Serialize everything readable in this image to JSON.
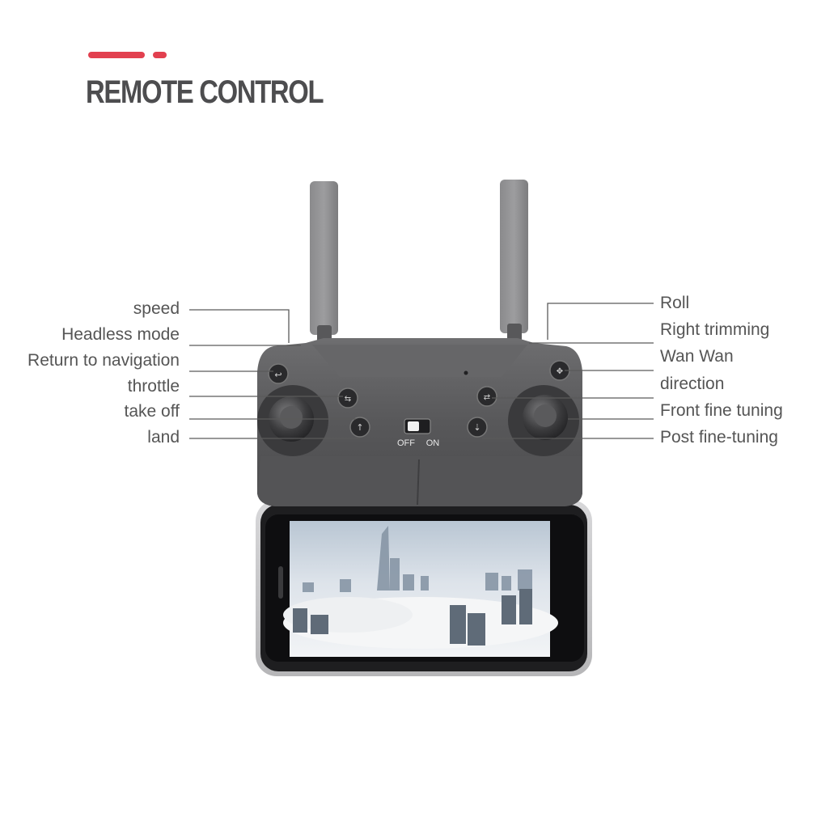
{
  "title": "REMOTE CONTROL",
  "colors": {
    "accent": "#e2404f",
    "title": "#4d4d4f",
    "label": "#555555",
    "line": "#5a5a5a"
  },
  "left_labels": [
    {
      "id": "speed",
      "text": "speed"
    },
    {
      "id": "headless-mode",
      "text": "Headless mode"
    },
    {
      "id": "return-to-navigation",
      "text": "Return to navigation"
    },
    {
      "id": "throttle",
      "text": "throttle"
    },
    {
      "id": "take-off",
      "text": "take off"
    },
    {
      "id": "land",
      "text": "land"
    }
  ],
  "right_labels": [
    {
      "id": "roll",
      "text": "Roll"
    },
    {
      "id": "right-trimming",
      "text": "Right trimming"
    },
    {
      "id": "wan-wan",
      "text": "Wan Wan"
    },
    {
      "id": "direction",
      "text": "direction"
    },
    {
      "id": "front-fine-tuning",
      "text": "Front fine tuning"
    },
    {
      "id": "post-fine-tuning",
      "text": "Post fine-tuning"
    }
  ],
  "power_switch": {
    "off": "OFF",
    "on": "ON"
  }
}
